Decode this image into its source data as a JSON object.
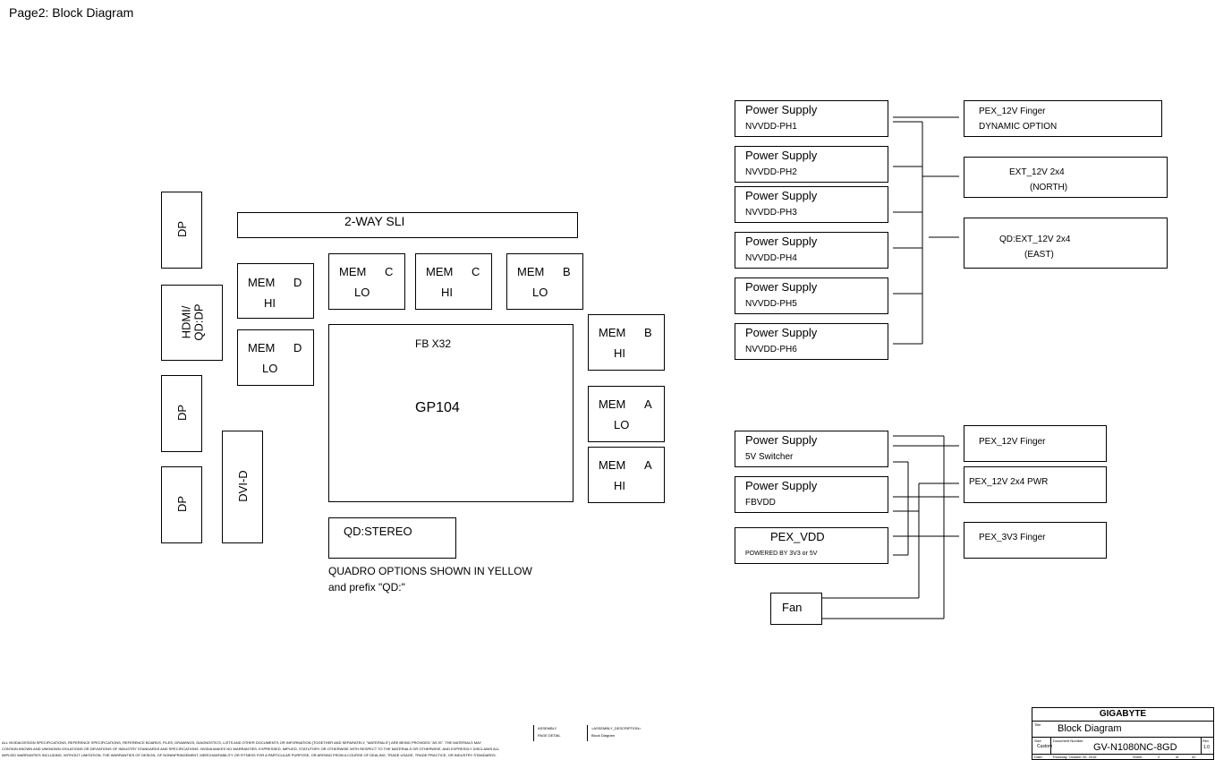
{
  "page_title": "Page2: Block Diagram",
  "connectors": {
    "dp1": "DP",
    "hdmi_line1": "HDMI/",
    "hdmi_line2": "QD:DP",
    "dp2": "DP",
    "dp3": "DP",
    "dvi": "DVI-D"
  },
  "sli": "2-WAY SLI",
  "mem": [
    {
      "id": "mem-d-hi",
      "mem": "MEM",
      "ch": "D",
      "part": "HI"
    },
    {
      "id": "mem-d-lo",
      "mem": "MEM",
      "ch": "D",
      "part": "LO"
    },
    {
      "id": "mem-c-lo",
      "mem": "MEM",
      "ch": "C",
      "part": "LO"
    },
    {
      "id": "mem-c-hi",
      "mem": "MEM",
      "ch": "C",
      "part": "HI"
    },
    {
      "id": "mem-b-lo",
      "mem": "MEM",
      "ch": "B",
      "part": "LO"
    },
    {
      "id": "mem-b-hi",
      "mem": "MEM",
      "ch": "B",
      "part": "HI"
    },
    {
      "id": "mem-a-lo",
      "mem": "MEM",
      "ch": "A",
      "part": "LO"
    },
    {
      "id": "mem-a-hi",
      "mem": "MEM",
      "ch": "A",
      "part": "HI"
    }
  ],
  "gpu": {
    "fb": "FB X32",
    "name": "GP104"
  },
  "stereo": "QD:STEREO",
  "quadro_note_line1": "QUADRO OPTIONS SHOWN IN YELLOW",
  "quadro_note_line2": "and prefix \"QD:\"",
  "power_supplies": [
    {
      "title": "Power Supply",
      "sub": "NVVDD-PH1"
    },
    {
      "title": "Power Supply",
      "sub": "NVVDD-PH2"
    },
    {
      "title": "Power Supply",
      "sub": "NVVDD-PH3"
    },
    {
      "title": "Power Supply",
      "sub": "NVVDD-PH4"
    },
    {
      "title": "Power Supply",
      "sub": "NVVDD-PH5"
    },
    {
      "title": "Power Supply",
      "sub": "NVVDD-PH6"
    }
  ],
  "upper_sources": [
    {
      "line1": "PEX_12V Finger",
      "line2": "DYNAMIC OPTION"
    },
    {
      "line1": "EXT_12V 2x4",
      "line2": "(NORTH)"
    },
    {
      "line1": "QD:EXT_12V 2x4",
      "line2": "(EAST)"
    }
  ],
  "lower_supplies": [
    {
      "title": "Power Supply",
      "sub": "5V Switcher"
    },
    {
      "title": "Power Supply",
      "sub": "FBVDD"
    },
    {
      "title": "PEX_VDD",
      "sub": "POWERED BY 3V3 or 5V"
    }
  ],
  "fan": "Fan",
  "lower_sources": [
    "PEX_12V Finger",
    "PEX_12V 2x4 PWR",
    "PEX_3V3 Finger"
  ],
  "footer": {
    "disclaimer1": "ALL NVIDIA DESIGN SPECIFICATIONS, REFERENCE SPECIFICATIONS, REFERENCE BOARDS, FILES, DRAWINGS, DIAGNOSTICS, LISTS AND OTHER DOCUMENTS OR INFORMATION (TOGETHER AND SEPARATELY, \"MATERIALS\") ARE BEING PROVIDED \"AS IS\". THE MATERIALS MAY",
    "disclaimer2": "CONTAIN KNOWN AND UNKNOWN VIOLATIONS OR DEVIATIONS OF INDUSTRY STANDARDS AND SPECIFICATIONS. NVIDIA MAKES NO WARRANTIES, EXPRESSED, IMPLIED, STATUTORY OR OTHERWISE WITH RESPECT TO THE MATERIALS OR OTHERWISE, AND EXPRESSLY DISCLAIMS ALL",
    "disclaimer3": "IMPLIED WARRANTIES INCLUDING, WITHOUT LIMITATION, THE WARRANTIES OF DESIGN, OF NONINFRINGEMENT, MERCHANTABILITY OR FITNESS FOR A PARTICULAR PURPOSE, OR ARISING FROM A COURSE OF DEALING, TRADE USAGE, TRADE PRACTICE, OR INDUSTRY STANDARDS.",
    "assembly": "ASSEMBLY",
    "page_detail": "PAGE DETAIL",
    "assembly_desc": "<ASSEMBLY_DESCRIPTION>",
    "block_diagram_small": "Block Diagram",
    "company": "GIGABYTE",
    "title_label": "Title",
    "title": "Block Diagram",
    "size_label": "Size",
    "size_value": "Custom",
    "docnum_label": "Document Number",
    "docnum": "GV-N1080NC-8GD",
    "rev_label": "Rev",
    "rev": "1.0",
    "date_label": "Date:",
    "date": "Thursday, October 20, 2016",
    "sheet_label": "Sheet",
    "sheet": "2",
    "of_label": "of",
    "total": "42"
  }
}
